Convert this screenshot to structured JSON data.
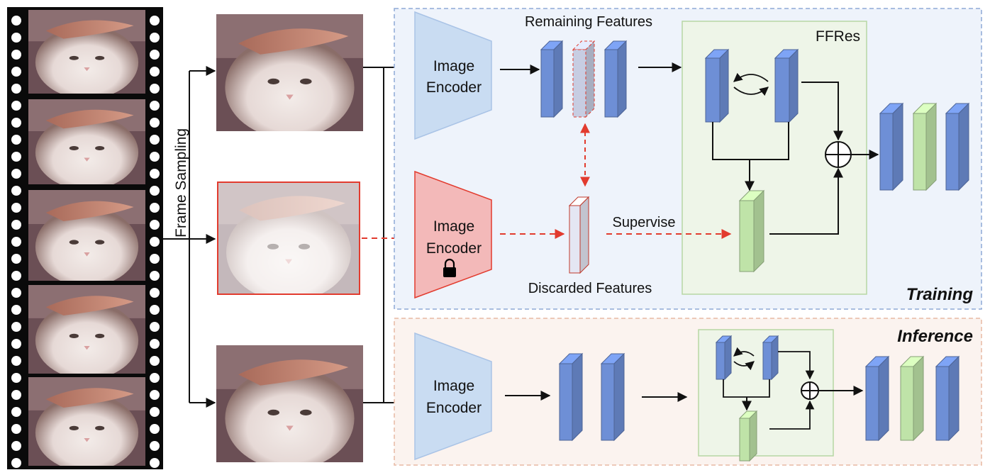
{
  "labels": {
    "frame_sampling": "Frame Sampling",
    "remaining_features": "Remaining Features",
    "discarded_features": "Discarded Features",
    "supervise": "Supervise",
    "ffres": "FFRes",
    "training": "Training",
    "inference": "Inference",
    "encoder_line1": "Image",
    "encoder_line2": "Encoder"
  },
  "colors": {
    "feature_blue": "#6e8fd6",
    "feature_green": "#bfe3a8",
    "encoder_blue": "#c9dcf2",
    "encoder_red": "#f3b9b9",
    "training_bg": "#eef3fb",
    "inference_bg": "#fbf3ef",
    "ffres_bg": "#eef5e8",
    "red": "#e23b2e"
  },
  "icons": [
    "lock-icon",
    "plus-circle-icon",
    "cat-photo",
    "film-strip"
  ]
}
